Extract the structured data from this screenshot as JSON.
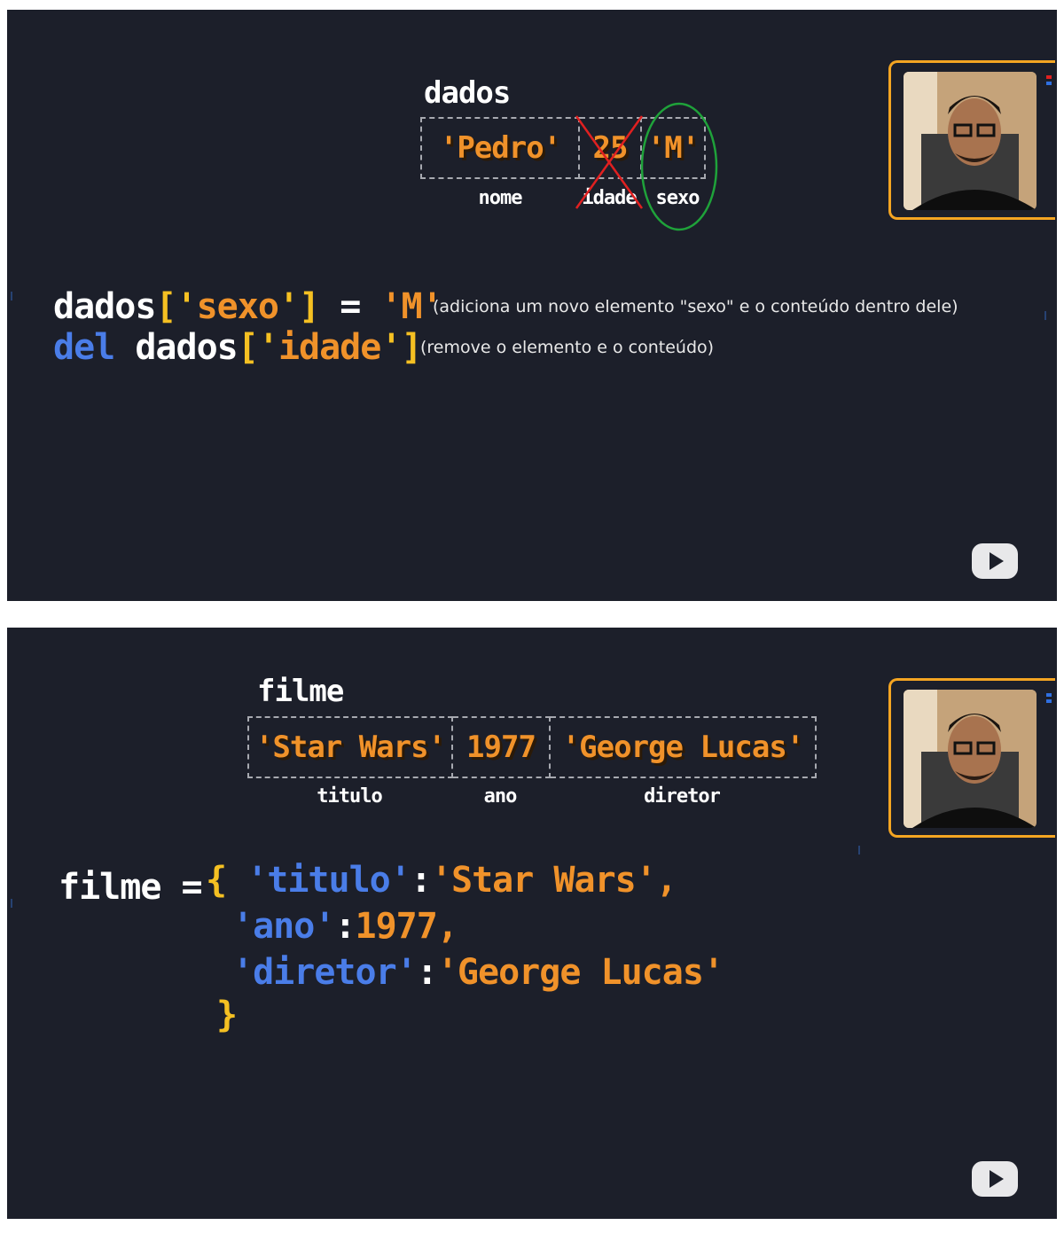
{
  "slide1": {
    "var_name": "dados",
    "cells": [
      "'Pedro'",
      "25",
      "'M'"
    ],
    "keys": [
      "nome",
      "idade",
      "sexo"
    ],
    "line1": {
      "var": "dados",
      "open": "['",
      "key": "sexo",
      "close": "']",
      "eq": "=",
      "value": "'M'"
    },
    "note1": "(adiciona um novo elemento \"sexo\" e o conteúdo dentro dele)",
    "line2": {
      "kw": "del",
      "var": "dados",
      "open": "['",
      "key": "idade",
      "close": "']"
    },
    "note2": "(remove o elemento e o conteúdo)"
  },
  "slide2": {
    "var_name": "filme",
    "cells": [
      "'Star Wars'",
      "1977",
      "'George Lucas'"
    ],
    "keys": [
      "titulo",
      "ano",
      "diretor"
    ],
    "code": {
      "assign": "filme =",
      "open_brace": "{",
      "k1": "'titulo'",
      "v1": "'Star Wars',",
      "k2": "'ano'",
      "v2": "1977,",
      "k3": "'diretor'",
      "v3": "'George Lucas'",
      "close_brace": "}",
      "colon": ":"
    }
  },
  "colors": {
    "background": "#1c1f2a",
    "orange": "#f0922a",
    "yellow": "#f5c022",
    "blue": "#4a7de8",
    "webcam_border": "#f4a522",
    "cross": "#e02020",
    "circle": "#1fa23a"
  },
  "icons": {
    "play": "play-icon",
    "webcam": "webcam-image"
  }
}
